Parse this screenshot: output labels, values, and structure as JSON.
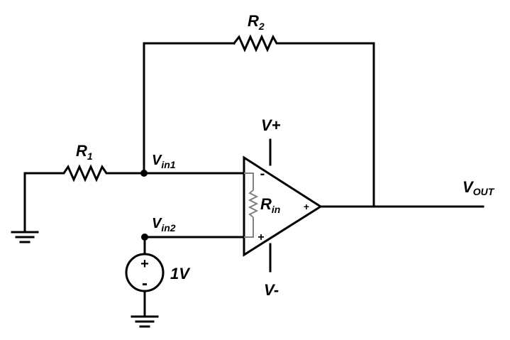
{
  "labels": {
    "r2": {
      "main": "R",
      "sub": "2"
    },
    "r1": {
      "main": "R",
      "sub": "1"
    },
    "vin1": {
      "main": "V",
      "sub": "in1"
    },
    "vin2": {
      "main": "V",
      "sub": "in2"
    },
    "vout": {
      "main": "V",
      "sub": "OUT"
    },
    "rin": {
      "main": "R",
      "sub": "in"
    },
    "vplus": "V+",
    "vminus": "V-",
    "source_value": "1V"
  },
  "signs": {
    "opamp_inverting": "-",
    "opamp_noninverting": "+",
    "opamp_output": "+",
    "source_top": "+",
    "source_bottom": "-"
  }
}
